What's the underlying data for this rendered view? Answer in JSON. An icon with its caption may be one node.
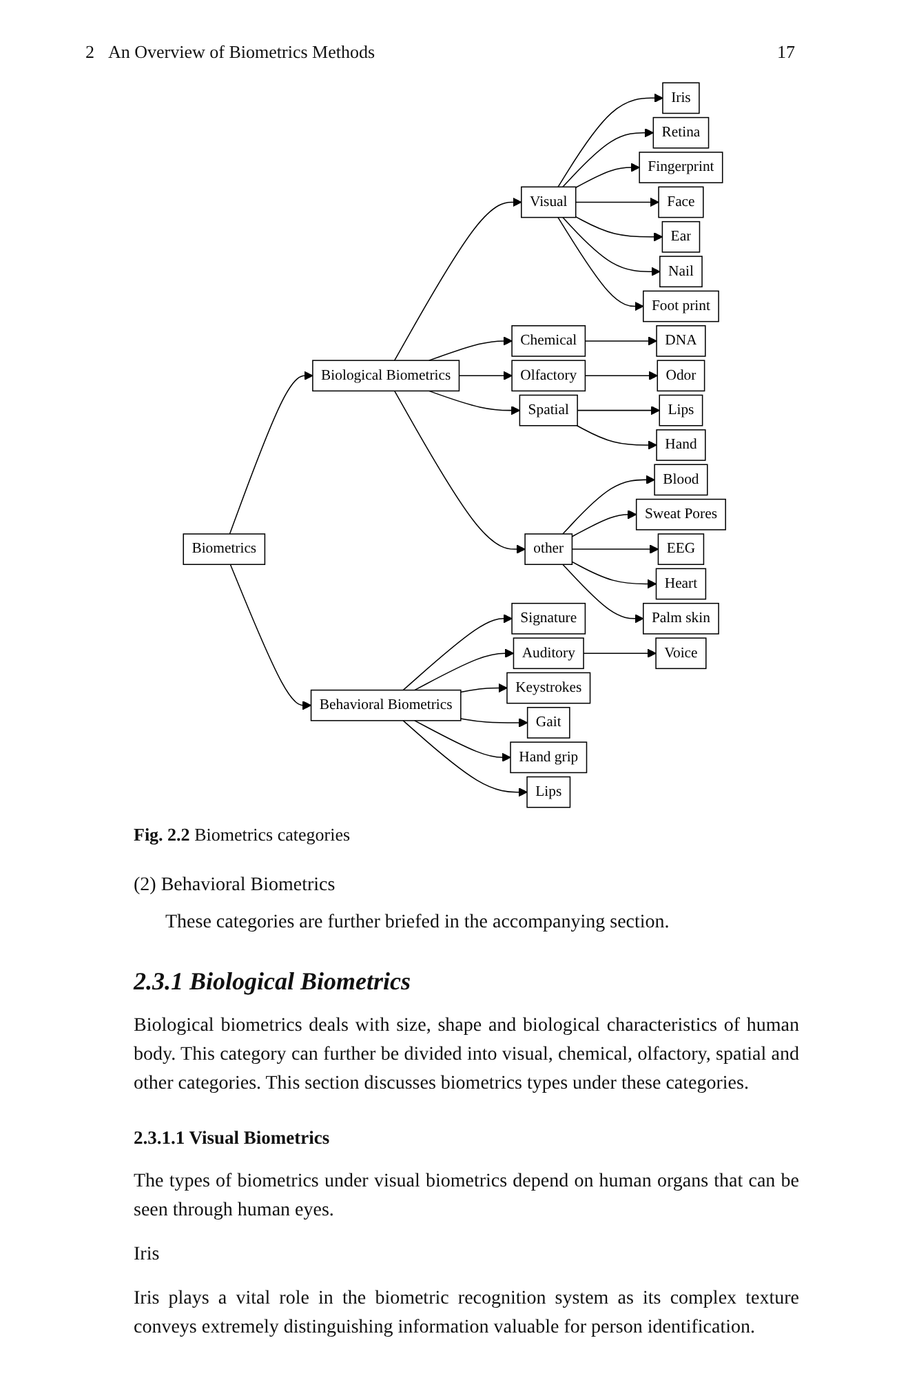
{
  "diagram": {
    "caption": "**Fig. 2.2** Biometrics categories",
    "nodes": [
      {
        "text": [
          "Biometrics"
        ]
      },
      {
        "text": [
          "Biological Biometrics"
        ]
      },
      {
        "text": [
          "Behavioral Biometrics"
        ]
      },
      {
        "text": [
          "Visual"
        ]
      },
      {
        "text": [
          "Chemical"
        ]
      },
      {
        "text": [
          "Olfactory"
        ]
      },
      {
        "text": [
          "Spatial"
        ]
      },
      {
        "text": [
          "other"
        ]
      },
      {
        "text": [
          "DNA"
        ]
      },
      {
        "text": [
          "Odor"
        ]
      },
      {
        "text": [
          "Lips"
        ]
      },
      {
        "text": [
          "Hand"
        ]
      },
      {
        "text": [
          "Iris"
        ]
      },
      {
        "text": [
          "Retina"
        ]
      },
      {
        "text": [
          "Fingerprint"
        ]
      },
      {
        "text": [
          "Face"
        ]
      },
      {
        "text": [
          "Ear"
        ]
      },
      {
        "text": [
          "Nail"
        ]
      },
      {
        "text": [
          "Foot print"
        ]
      },
      {
        "text": [
          "Blood"
        ]
      },
      {
        "text": [
          "Sweat Pores"
        ]
      },
      {
        "text": [
          "EEG"
        ]
      },
      {
        "text": [
          "Heart"
        ]
      },
      {
        "text": [
          "Palm skin"
        ]
      },
      {
        "text": [
          "Signature"
        ]
      },
      {
        "text": [
          "Auditory"
        ]
      },
      {
        "text": [
          "Voice"
        ]
      },
      {
        "text": [
          "Keystrokes"
        ]
      },
      {
        "text": [
          "Gait"
        ]
      },
      {
        "text": [
          "Hand grip"
        ]
      },
      {
        "text": [
          "Lips"
        ]
      }
    ],
    "edges": [
      {
        "from": 0,
        "to": 1,
        "arrow": "to"
      },
      {
        "from": 0,
        "to": 2,
        "arrow": "to"
      },
      {
        "from": 1,
        "to": 3,
        "arrow": "to"
      },
      {
        "from": 1,
        "to": 4,
        "arrow": "to"
      },
      {
        "from": 1,
        "to": 5,
        "arrow": "to"
      },
      {
        "from": 1,
        "to": 6,
        "arrow": "to"
      },
      {
        "from": 1,
        "to": 7,
        "arrow": "to"
      },
      {
        "from": 4,
        "to": 8,
        "arrow": "to"
      },
      {
        "from": 5,
        "to": 9,
        "arrow": "to"
      },
      {
        "from": 6,
        "to": 10,
        "arrow": "to"
      },
      {
        "from": 6,
        "to": 11,
        "arrow": "to"
      },
      {
        "from": 3,
        "to": 12,
        "arrow": "to"
      },
      {
        "from": 3,
        "to": 13,
        "arrow": "to"
      },
      {
        "from": 3,
        "to": 14,
        "arrow": "to"
      },
      {
        "from": 3,
        "to": 15,
        "arrow": "to"
      },
      {
        "from": 3,
        "to": 16,
        "arrow": "to"
      },
      {
        "from": 3,
        "to": 17,
        "arrow": "to"
      },
      {
        "from": 3,
        "to": 18,
        "arrow": "to"
      },
      {
        "from": 7,
        "to": 19,
        "arrow": "to"
      },
      {
        "from": 7,
        "to": 20,
        "arrow": "to"
      },
      {
        "from": 7,
        "to": 21,
        "arrow": "to"
      },
      {
        "from": 7,
        "to": 22,
        "arrow": "to"
      },
      {
        "from": 7,
        "to": 23,
        "arrow": "to"
      },
      {
        "from": 2,
        "to": 24,
        "arrow": "to"
      },
      {
        "from": 2,
        "to": 25,
        "arrow": "to"
      },
      {
        "from": 25,
        "to": 26,
        "arrow": "to"
      },
      {
        "from": 2,
        "to": 27,
        "arrow": "to"
      },
      {
        "from": 2,
        "to": 28,
        "arrow": "to"
      },
      {
        "from": 2,
        "to": 29,
        "arrow": "to"
      },
      {
        "from": 2,
        "to": 30,
        "arrow": "to"
      }
    ],
    "labels": [
      "2",
      "An Overview of Biometrics Methods",
      "17",
      "(2) Behavioral Biometrics",
      "These categories are further briefed in the accompanying section.",
      "2.3.1 Biological Biometrics",
      "Biological biometrics deals with size, shape and biological characteristics of human body. This category can further be divided into visual, chemical, olfactory, spatial and other categories. This section discusses biometrics types under these categories.",
      "2.3.1.1 Visual Biometrics",
      "The types of biometrics under visual biometrics depend on human organs that can be seen through human eyes.",
      "Iris",
      "Iris plays a vital role in the biometric recognition system as its complex texture conveys extremely distinguishing information valuable for person identification."
    ]
  }
}
